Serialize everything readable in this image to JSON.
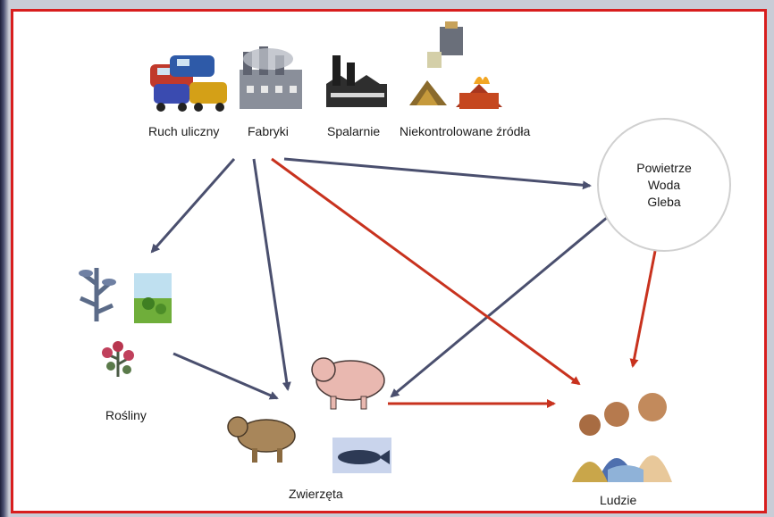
{
  "sources": {
    "traffic": "Ruch uliczny",
    "factories": "Fabryki",
    "incinerators": "Spalarnie",
    "uncontrolled": "Niekontrolowane źródła"
  },
  "environment": {
    "air": "Powietrze",
    "water": "Woda",
    "soil": "Gleba"
  },
  "receptors": {
    "plants": "Rośliny",
    "animals": "Zwierzęta",
    "people": "Ludzie"
  },
  "colors": {
    "frame_border": "#d81e1e",
    "arrow_gray": "#4a4f6e",
    "arrow_red": "#c8321e"
  }
}
